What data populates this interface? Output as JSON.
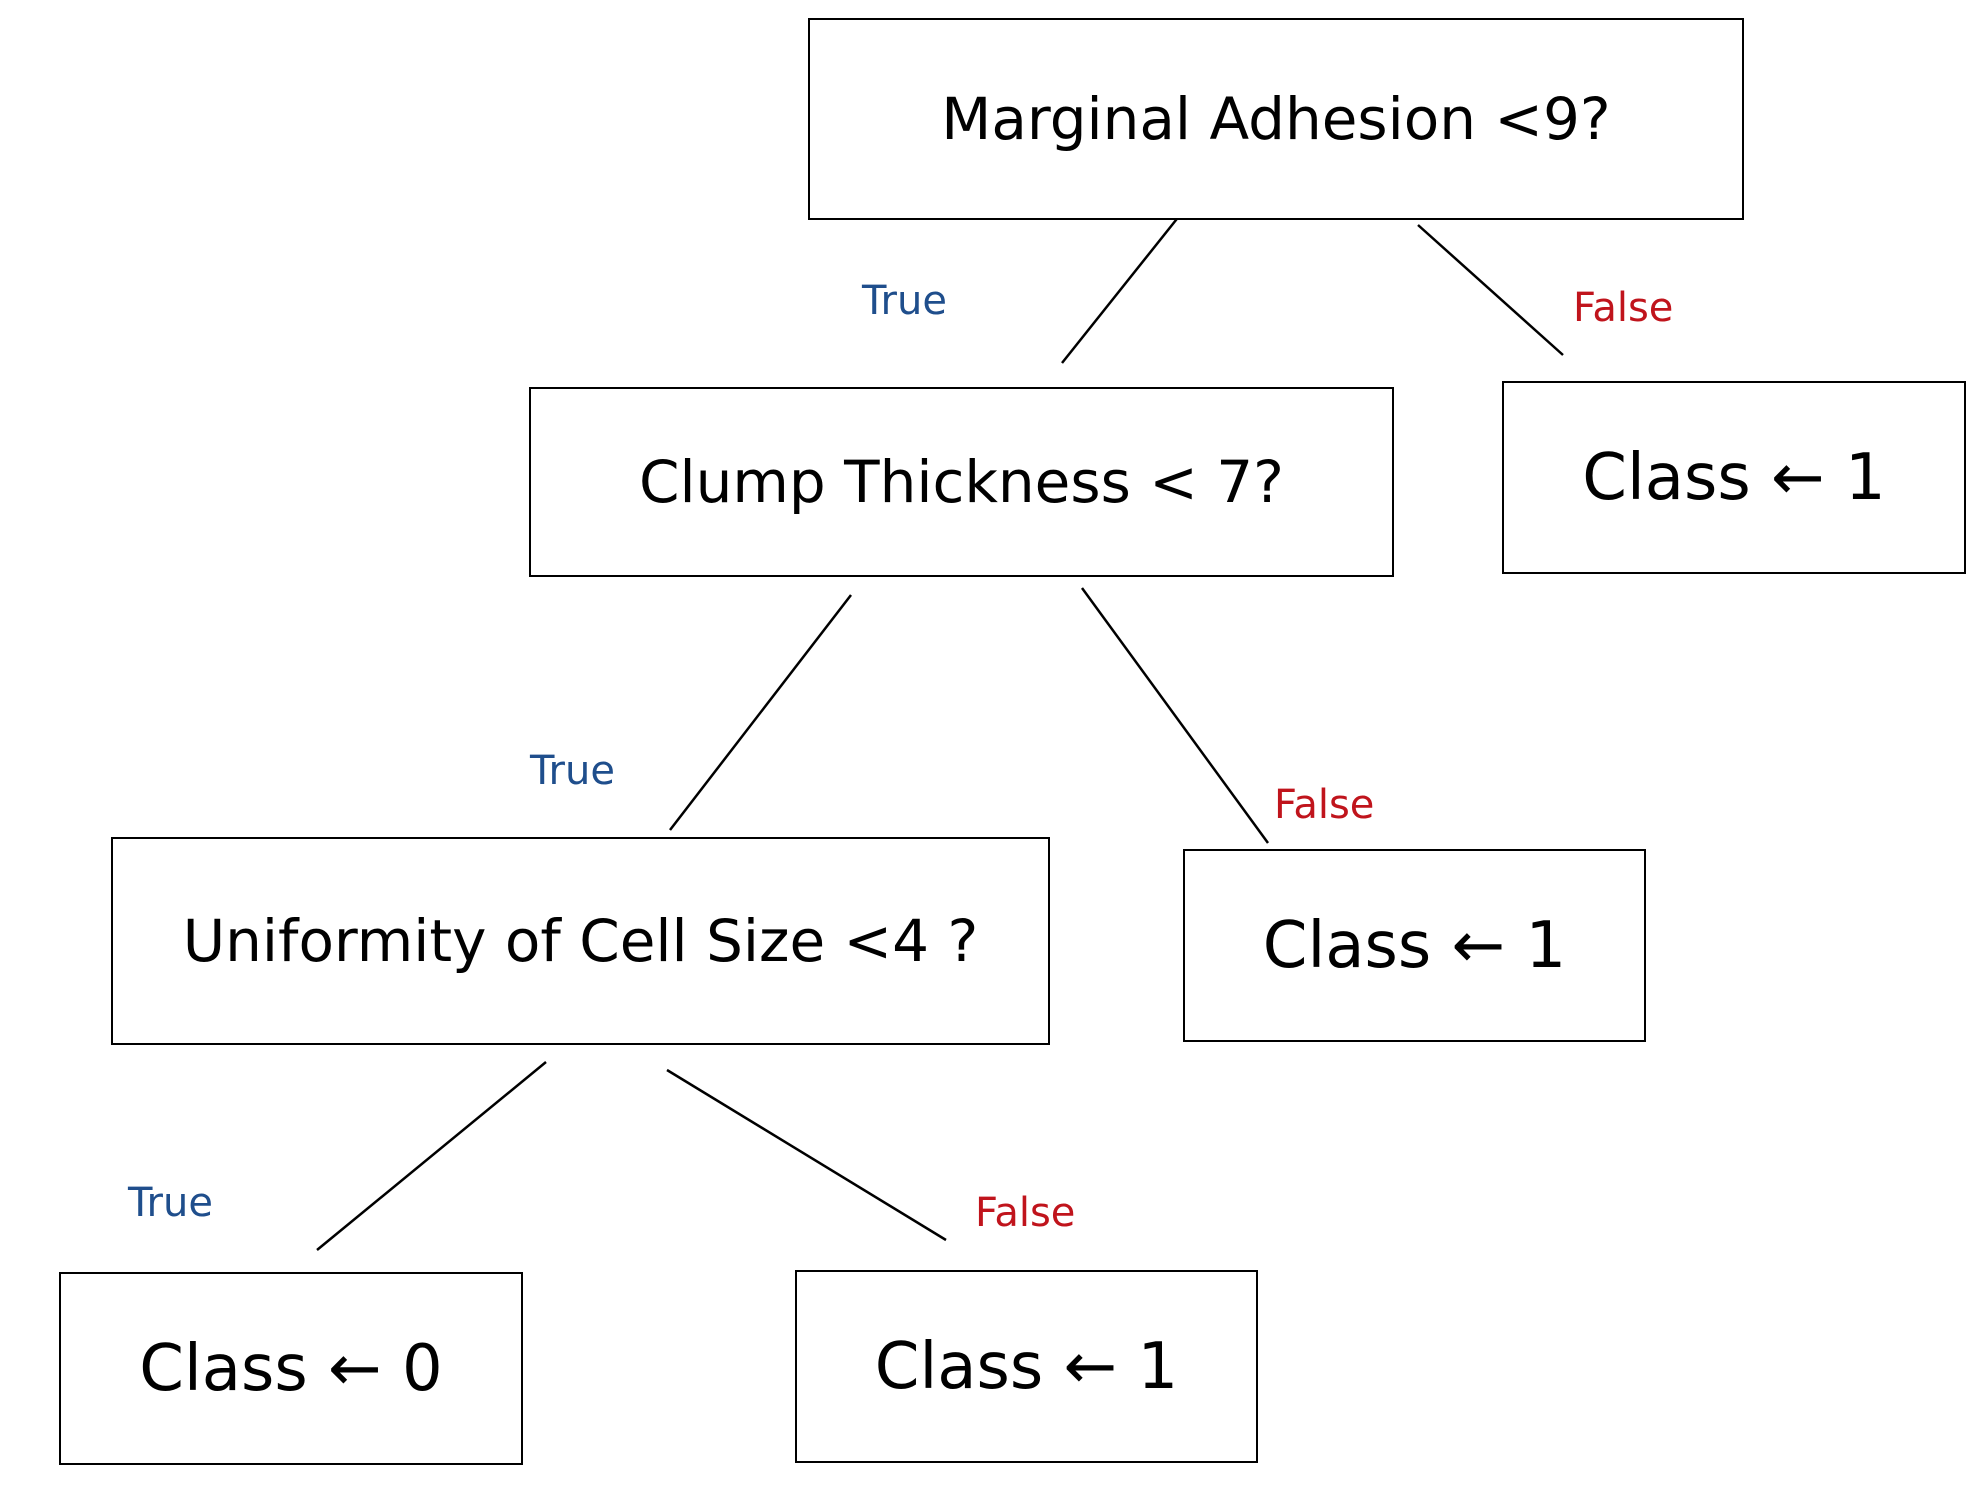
{
  "nodes": {
    "root": "Marginal Adhesion <9?",
    "n1": "Clump Thickness < 7?",
    "n2": "Uniformity of Cell Size <4 ?",
    "leaf_root_false": "Class ← 1",
    "leaf_n1_false": "Class ← 1",
    "leaf_n2_true": "Class ← 0",
    "leaf_n2_false": "Class ← 1"
  },
  "edges": {
    "true_label": "True",
    "false_label": "False"
  },
  "colors": {
    "true": "#1f4e8c",
    "false": "#c0141c",
    "ink": "#000000"
  }
}
